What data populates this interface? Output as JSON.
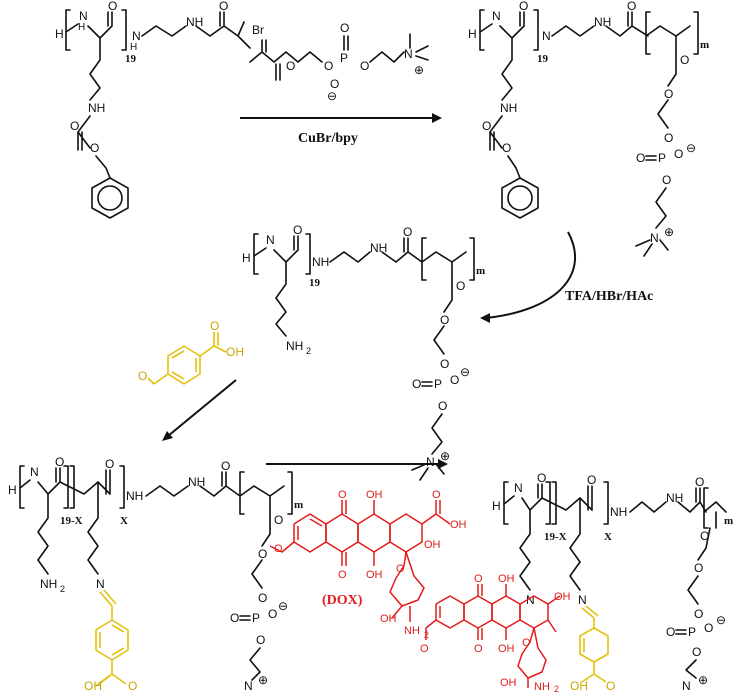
{
  "reagents": {
    "atrp_catalyst": "CuBr/bpy",
    "deprotection": "TFA/HBr/HAc",
    "drug": "(DOX)"
  },
  "labels": {
    "dp_19": "19",
    "dp_m": "m",
    "dp_19_minus_x": "19-X",
    "dp_x": "X"
  },
  "atoms": {
    "H": "H",
    "N": "N",
    "O": "O",
    "NH": "NH",
    "Br": "Br",
    "P": "P",
    "NH2": "NH",
    "two": "2",
    "OH": "OH",
    "minus": "⊖",
    "plus": "⊕"
  },
  "colors": {
    "drug": "#e21b1b",
    "linker": "#e3c10e",
    "structure": "#111111"
  }
}
